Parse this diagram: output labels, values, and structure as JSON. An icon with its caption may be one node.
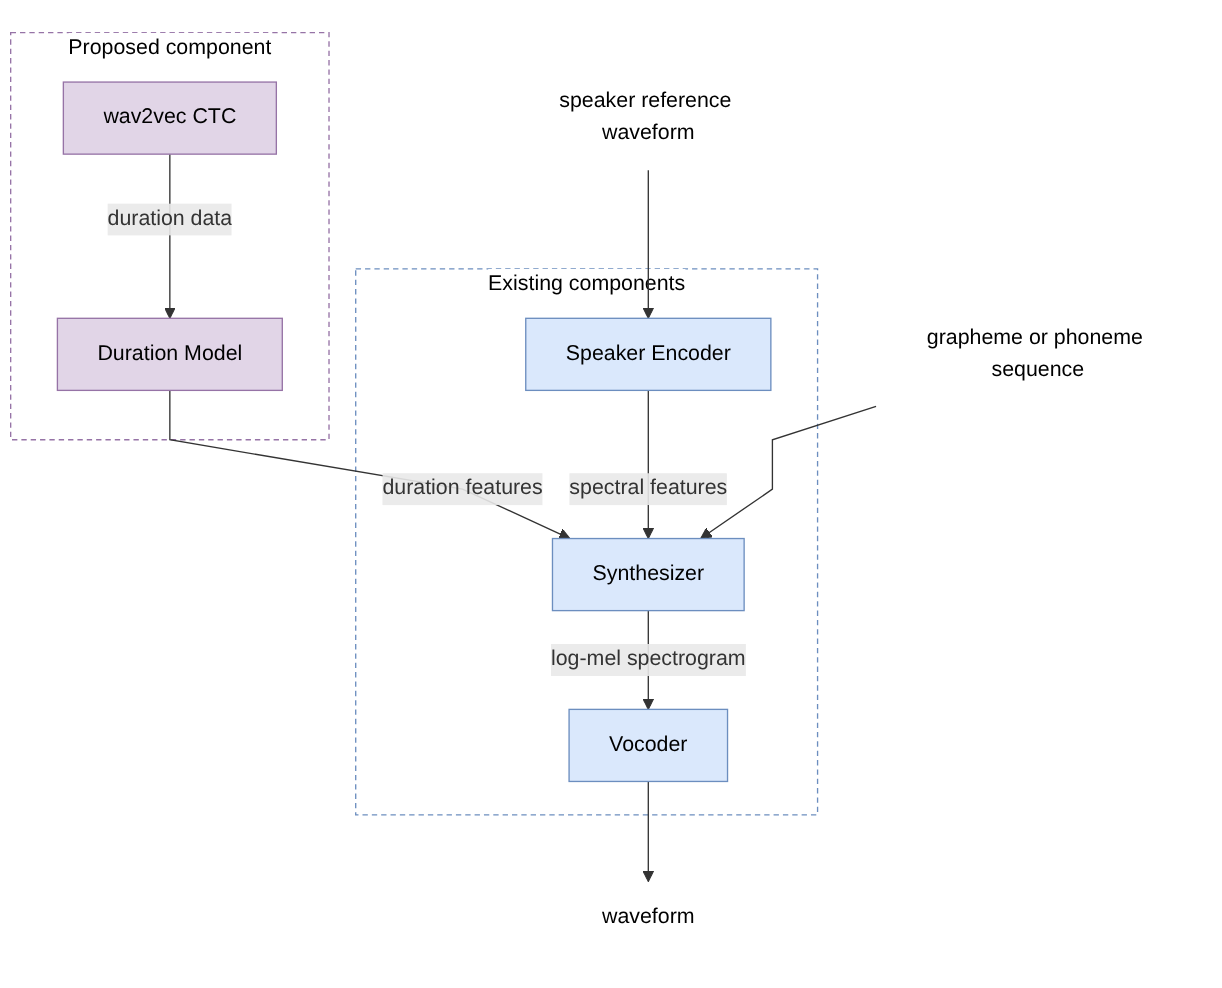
{
  "diagram": {
    "nodes": [
      {
        "text": [
          "speaker reference waveform"
        ]
      },
      {
        "text": [
          "Proposed component"
        ]
      },
      {
        "text": [
          "wav2vec CTC"
        ],
        "in": 1
      },
      {
        "text": [
          "Duration Model"
        ],
        "in": 1
      },
      {
        "text": [
          "Existing components"
        ]
      },
      {
        "text": [
          "Speaker Encoder"
        ],
        "in": 4
      },
      {
        "text": [
          "Synthesizer"
        ],
        "in": 4
      },
      {
        "text": [
          "Vocoder"
        ],
        "in": 4
      },
      {
        "text": [
          "grapheme or phoneme sequence"
        ]
      },
      {
        "text": [
          "waveform"
        ]
      }
    ],
    "edges": [
      {
        "from": 0,
        "to": 5,
        "arrow": "to"
      },
      {
        "from": 2,
        "to": 3,
        "label": "duration data",
        "arrow": "to"
      },
      {
        "from": 3,
        "to": 6,
        "label": "duration features",
        "arrow": "to"
      },
      {
        "from": 5,
        "to": 6,
        "label": "spectral features",
        "arrow": "to"
      },
      {
        "from": 8,
        "to": 6,
        "arrow": "to"
      },
      {
        "from": 6,
        "to": 7,
        "label": "log-mel spectrogram",
        "arrow": "to"
      },
      {
        "from": 7,
        "to": 9,
        "arrow": "to"
      }
    ]
  }
}
